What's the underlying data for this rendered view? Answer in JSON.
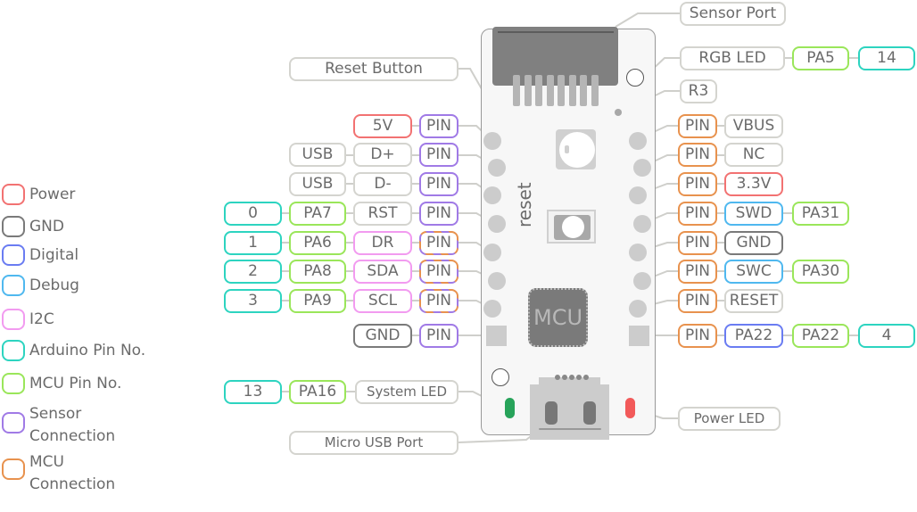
{
  "colors": {
    "power": "#f27272",
    "gnd": "#7a7a7a",
    "digital": "#6a7cf2",
    "debug": "#4fb8ef",
    "i2c": "#f29bf0",
    "arduino": "#2dd4c0",
    "mcu_pin": "#9ae65a",
    "sensor_connection": "#a07ae6",
    "mcu_connection": "#e8924e",
    "plain": "#d4d4cf",
    "system_led": "#27a35a",
    "power_led": "#f25a5a"
  },
  "legend": [
    {
      "label": "Power",
      "color": "power"
    },
    {
      "label": "GND",
      "color": "gnd"
    },
    {
      "label": "Digital",
      "color": "digital"
    },
    {
      "label": "Debug",
      "color": "debug"
    },
    {
      "label": "I2C",
      "color": "i2c"
    },
    {
      "label": "Arduino Pin No.",
      "color": "arduino"
    },
    {
      "label": "MCU Pin No.",
      "color": "mcu_pin"
    },
    {
      "label": "Sensor Connection",
      "color": "sensor_connection"
    },
    {
      "label": "MCU Connection",
      "color": "mcu_connection"
    }
  ],
  "components": {
    "sensor_port": "Sensor Port",
    "reset_button": "Reset Button",
    "rgb_led": "RGB LED",
    "rgb_led_mcu": "PA5",
    "rgb_led_arduino": "14",
    "r3": "R3",
    "system_led": "System LED",
    "system_led_mcu": "PA16",
    "system_led_arduino": "13",
    "micro_usb_port": "Micro USB Port",
    "power_led": "Power LED",
    "board_reset_text": "reset",
    "board_mcu_text": "MCU"
  },
  "left_pins": [
    {
      "pin": "PIN",
      "labels": [
        "5V"
      ]
    },
    {
      "pin": "PIN",
      "labels": [
        "D+",
        "USB"
      ]
    },
    {
      "pin": "PIN",
      "labels": [
        "D-",
        "USB"
      ]
    },
    {
      "pin": "PIN",
      "labels": [
        "RST",
        "PA7",
        "0"
      ]
    },
    {
      "pin": "PIN",
      "labels": [
        "DR",
        "PA6",
        "1"
      ]
    },
    {
      "pin": "PIN",
      "labels": [
        "SDA",
        "PA8",
        "2"
      ]
    },
    {
      "pin": "PIN",
      "labels": [
        "SCL",
        "PA9",
        "3"
      ]
    },
    {
      "pin": "PIN",
      "labels": [
        "GND"
      ]
    }
  ],
  "right_pins": [
    {
      "pin": "PIN",
      "labels": [
        "VBUS"
      ]
    },
    {
      "pin": "PIN",
      "labels": [
        "NC"
      ]
    },
    {
      "pin": "PIN",
      "labels": [
        "3.3V"
      ]
    },
    {
      "pin": "PIN",
      "labels": [
        "SWD",
        "PA31"
      ]
    },
    {
      "pin": "PIN",
      "labels": [
        "GND"
      ]
    },
    {
      "pin": "PIN",
      "labels": [
        "SWC",
        "PA30"
      ]
    },
    {
      "pin": "PIN",
      "labels": [
        "RESET"
      ]
    },
    {
      "pin": "PIN",
      "labels": [
        "PA22",
        "PA22",
        "4"
      ]
    }
  ]
}
